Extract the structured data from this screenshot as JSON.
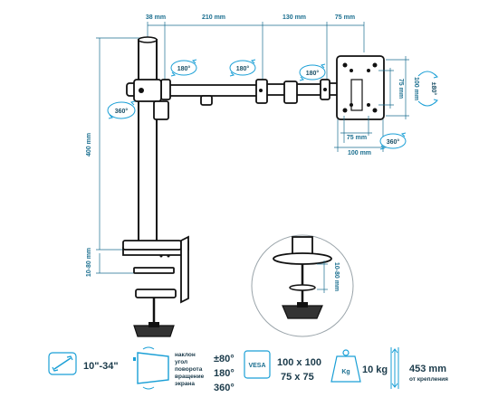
{
  "dimensions": {
    "top": [
      "38 mm",
      "210 mm",
      "130 mm",
      "75 mm"
    ],
    "pole_height": "400 mm",
    "clamp_range_left": "10-80 mm",
    "clamp_range_detail": "10-80 mm",
    "plate_width_inner": "75 mm",
    "plate_width_outer": "100 mm",
    "plate_height_inner": "75 mm",
    "plate_height_outer": "100 mm"
  },
  "rotations": {
    "arm_joint_1": "180°",
    "arm_joint_2": "180°",
    "arm_joint_3": "180°",
    "pole": "360°",
    "head_rotate": "360°",
    "tilt": "±80°"
  },
  "specs": {
    "screen_size": "10\"-34\"",
    "motion_labels": [
      "наклон",
      "угол",
      "поворота",
      "вращение",
      "экрана"
    ],
    "motion_values": [
      "±80°",
      "180°",
      "360°"
    ],
    "vesa_badge": "VESA",
    "vesa_values": [
      "100 x 100",
      "75 x 75"
    ],
    "weight_badge": "Kg",
    "weight_value": "10 kg",
    "height_value": "453 mm",
    "height_caption": "от крепления"
  },
  "colors": {
    "accent": "#1a9fd6",
    "dim_line": "#1a6e8f",
    "metal": "#111111"
  }
}
